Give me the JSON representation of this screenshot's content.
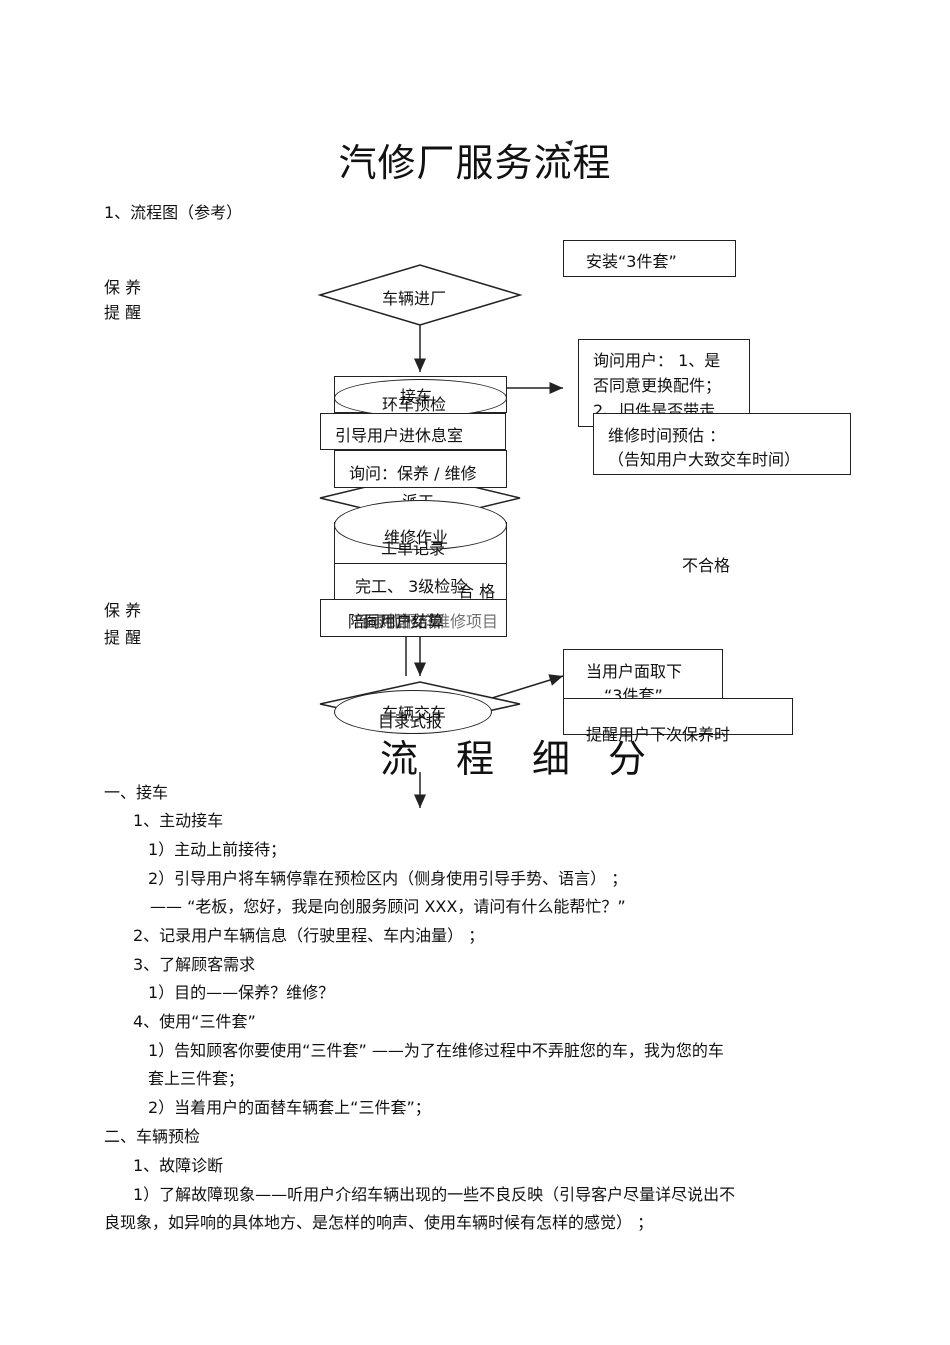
{
  "title": "汽修厂服务流程",
  "section1": "1、流程图（参考）",
  "flow": {
    "install": "安装“3件套”",
    "remind_a1": "保  养",
    "remind_a2": "提  醒",
    "enter": "车辆进厂",
    "ask_line1": "询问用户：  1、是",
    "ask_line2": "否同意更换配件；",
    "ask_line3": "2、旧件是否带走",
    "reception": "接车",
    "precheck": "环车预检",
    "lounge": "引导用户进休息室",
    "time_estimate_1": "维修时间预估    ：",
    "time_estimate_2": "（告知用户大致交车时间）",
    "inquire": "询问：保养 / 维修",
    "dispatch": "派工",
    "work_order": "工单记录",
    "repair": "维修作业",
    "fail": "不合格",
    "finish_check": "完工、  3级检验",
    "pass": "合  格",
    "remind_b1": "保  养",
    "remind_b2": "提  醒",
    "bottom_box_a": "陪同用户结算",
    "bottom_box_b": "面对面交车",
    "bottom_box_c": "目录式报价维修项目",
    "return_1": "当用户面取下",
    "return_2": "“3件套”",
    "handover": "车辆交车",
    "report": "目录式报",
    "remind_next": "提醒用户下次保养时"
  },
  "subtitle": "流程细分",
  "body": [
    "一、接车",
    "1、主动接车",
    "1）主动上前接待；",
    "2）引导用户将车辆停靠在预检区内（侧身使用引导手势、语言）      ；",
    "——      “老板，您好，我是向创服务顾问      XXX，请问有什么能帮忙？”",
    "2、记录用户车辆信息（行驶里程、车内油量）       ；",
    "3、了解顾客需求",
    "1）目的——保养？维修？",
    "4、使用“三件套”",
    "1）告知顾客你要使用“三件套”       ——为了在维修过程中不弄脏您的车，我为您的车",
    "套上三件套；",
    "2）当着用户的面替车辆套上“三件套”；",
    "二、车辆预检",
    "1、故障诊断",
    "1）了解故障现象——听用户介绍车辆出现的一些不良反映（引导客户尽量详尽说出不",
    "良现象，如异响的具体地方、是怎样的响声、使用车辆时候有怎样的感觉）        ；"
  ]
}
